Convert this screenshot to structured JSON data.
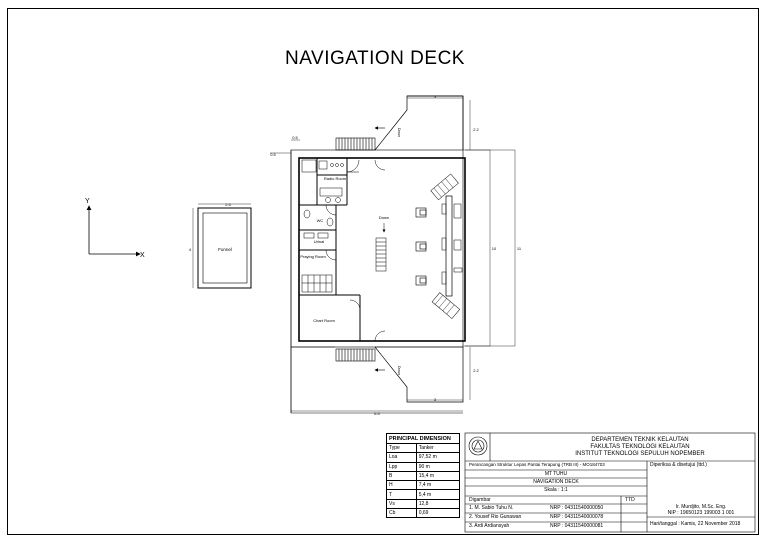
{
  "title": "NAVIGATION DECK",
  "axes": {
    "y": "Y",
    "x": "X"
  },
  "funnel": {
    "label": "Funnel",
    "dim_width": "2.5",
    "dim_height": "4"
  },
  "rooms": {
    "radio": "Radio Room",
    "wc": "WC",
    "urinal": "Urinal",
    "praying": "Praying Room",
    "chart": "Chart Room"
  },
  "labels": {
    "down_center": "Down",
    "down_top": "Down",
    "down_bottom": "Down"
  },
  "dims": {
    "top_wing": "3",
    "bottom_wing": "3",
    "wing_depth_top": "2.2",
    "wing_depth_bottom": "2.2",
    "stair_offset": "0.5",
    "stair_offset2": "0.5",
    "inner_length": "10",
    "outer_length": "11",
    "total_width": "6.5"
  },
  "principal_dimension": {
    "header": "PRINCIPAL DIMENSION",
    "rows": [
      {
        "key": "Type",
        "value": "Tanker"
      },
      {
        "key": "Loa",
        "value": "97,52 m"
      },
      {
        "key": "Lpp",
        "value": "90 m"
      },
      {
        "key": "B",
        "value": "15,4 m"
      },
      {
        "key": "H",
        "value": "7,4 m"
      },
      {
        "key": "T",
        "value": "5,4 m"
      },
      {
        "key": "Vs",
        "value": "12,8"
      },
      {
        "key": "Cb",
        "value": "0,69"
      }
    ]
  },
  "title_block": {
    "dept": "DEPARTEMEN TEKNIK KELAUTAN",
    "faculty": "FAKULTAS TEKNOLOGI KELAUTAN",
    "institute": "INSTITUT TEKNOLOGI SEPULUH NOPEMBER",
    "project": "Perancangan Struktur Lepas Pantai Terapung (TRB III) - MO184703",
    "ship": "MT TUHU",
    "drawing": "NAVIGATION DECK",
    "scale": "Skala : 1:1",
    "drawn_by_label": "Digambar",
    "ttd": "TTD",
    "checked_label": "Diperiksa & disetujui (ttd.)",
    "supervisor": "Ir. Murdjito, M.Sc. Eng.",
    "supervisor_nip": "NIP : 19650123 199003 1 001",
    "date": "Hari/tanggal : Kamis, 22 November 2018",
    "students": [
      {
        "name": "1.  M. Sabio Tuhu N.",
        "nrp": "NRP : 04311540000050"
      },
      {
        "name": "2.  Yousef Rio Gunawan",
        "nrp": "NRP : 04311540000078"
      },
      {
        "name": "3.  Ardi Ardiansyah",
        "nrp": "NRP : 04311540000081"
      }
    ]
  }
}
